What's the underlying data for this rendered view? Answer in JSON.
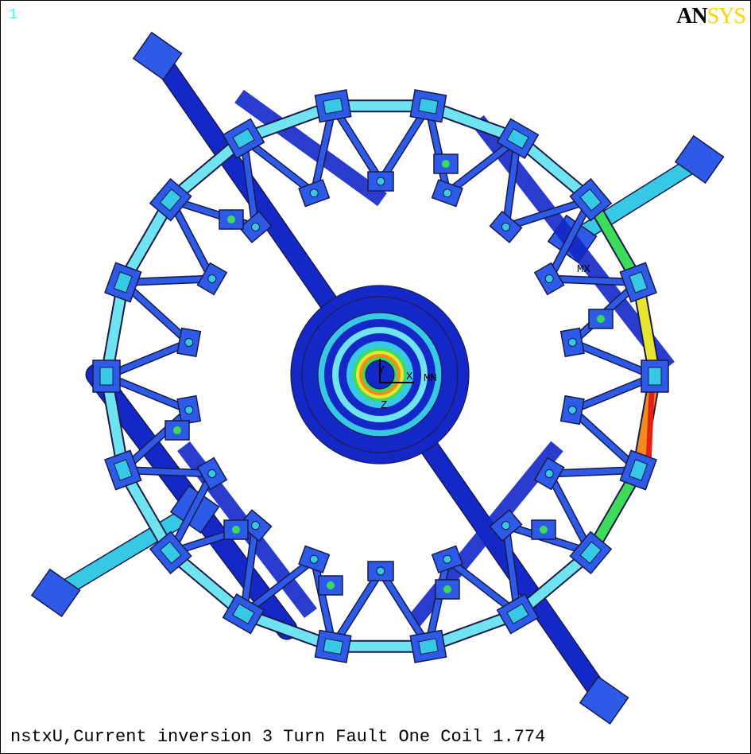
{
  "window_number": "1",
  "logo": {
    "part_dark": "AN",
    "part_light": "SYS"
  },
  "triad": {
    "y": "Y",
    "x": "X",
    "z": "Z",
    "mn": "MN",
    "mx": "MX"
  },
  "caption": "nstxU,Current inversion 3 Turn Fault One Coil 1.774",
  "colors": {
    "background": "#ffffff",
    "deep_blue": "#1428c8",
    "blue": "#2d5ae6",
    "cyan": "#37c8e6",
    "light_cyan": "#6fe4f0",
    "green": "#3cdc5a",
    "yellow": "#e6e632",
    "orange": "#f08c1e",
    "red": "#e61e14",
    "edge": "#1a1a4a"
  },
  "scene": {
    "ring_nodes": 18,
    "long_bars": 4
  }
}
